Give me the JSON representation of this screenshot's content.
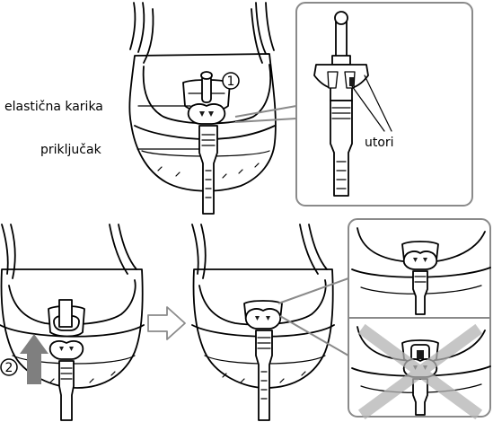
{
  "labels": {
    "elastic_ring": "elastična karika",
    "connector": "priključak",
    "grooves": "utori"
  },
  "steps": {
    "step1": "1",
    "step2": "2"
  },
  "colors": {
    "line": "#000000",
    "callout_border": "#8a8a8a",
    "arrow_fill": "#7f7f7f",
    "cross_mark": "#b3b3b3"
  },
  "icons": {
    "step1": "circled-number-1",
    "step2": "circled-number-2",
    "push_up": "up-arrow-icon",
    "next": "right-arrow-outline-icon",
    "wrong": "x-cross-icon"
  }
}
